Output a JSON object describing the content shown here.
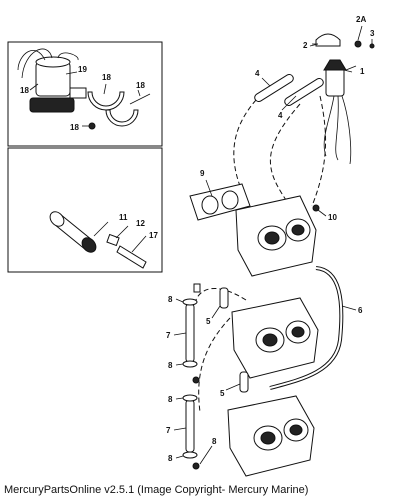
{
  "footer": "MercuryPartsOnline v2.5.1 (Image Copyright- Mercury Marine)",
  "inset_top": {
    "labels": [
      "19",
      "18",
      "18",
      "18",
      "18"
    ]
  },
  "inset_bottom": {
    "labels": [
      "11",
      "12",
      "17"
    ]
  },
  "main": {
    "labels": {
      "l1": "1",
      "l2": "2",
      "l2a": "2A",
      "l3": "3",
      "l4a": "4",
      "l4b": "4",
      "l5a": "5",
      "l5b": "5",
      "l6": "6",
      "l7a": "7",
      "l7b": "7",
      "l8a": "8",
      "l8b": "8",
      "l8c": "8",
      "l8d": "8",
      "l8e": "8",
      "l9": "9",
      "l10": "10"
    }
  }
}
